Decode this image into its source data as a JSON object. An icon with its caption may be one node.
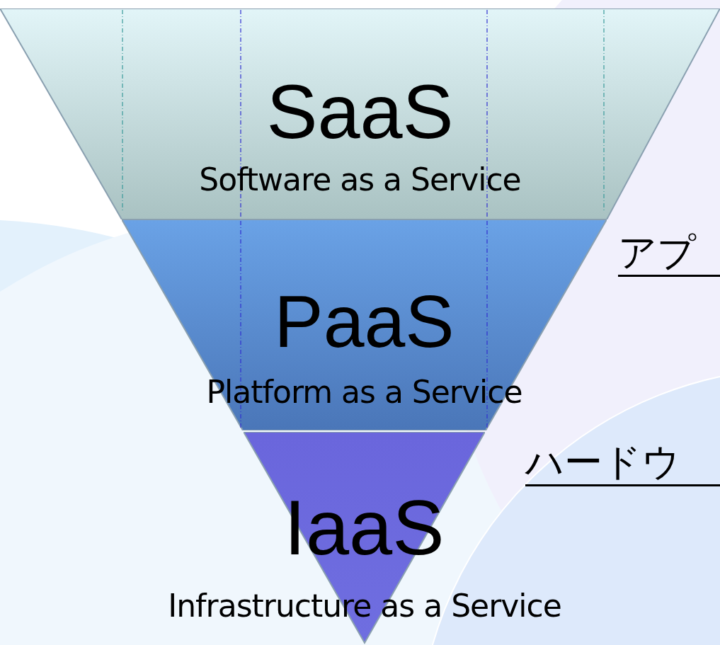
{
  "diagram": {
    "nodes": [
      {
        "text": [
          "SaaS",
          "Software as a Service"
        ]
      },
      {
        "text": [
          "PaaS",
          "Platform as a Service"
        ]
      },
      {
        "text": [
          "IaaS"
        ]
      }
    ],
    "labels": [
      "アプ",
      "ハードウ",
      "Infrastructure as a Service"
    ]
  }
}
